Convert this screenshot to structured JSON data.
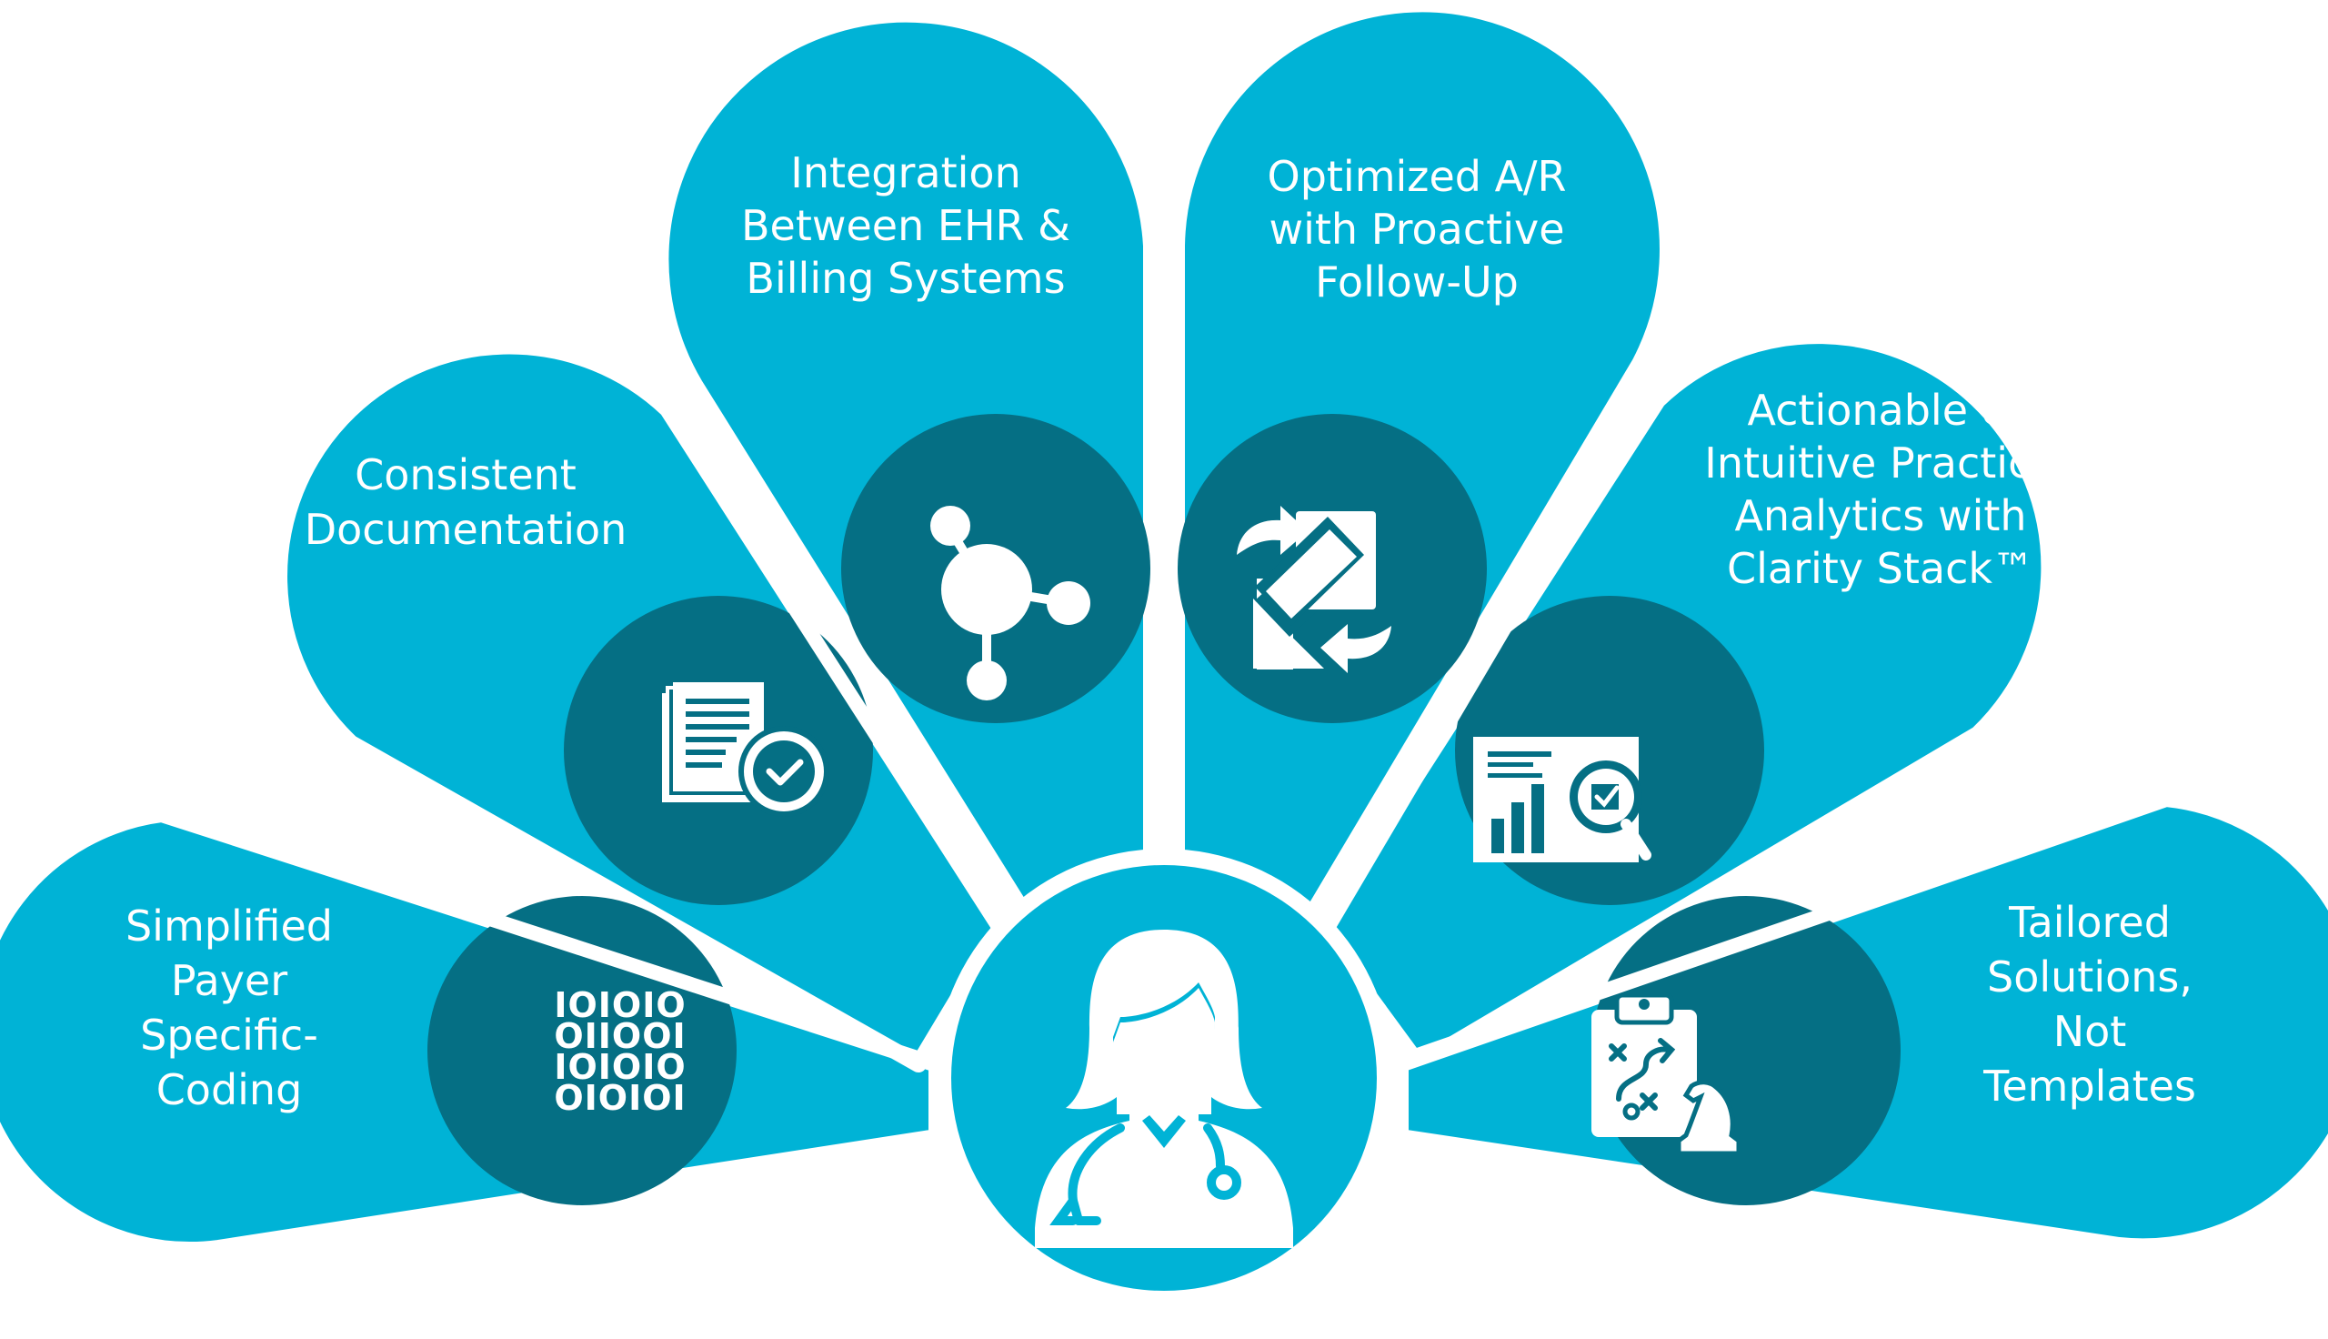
{
  "colors": {
    "petal": "#00b3d6",
    "inner": "#056f84",
    "gap": "#ffffff",
    "icon": "#ffffff"
  },
  "center": {
    "icon_name": "doctor-icon"
  },
  "petals": [
    {
      "id": "simplified-payer-coding",
      "lines": [
        "Simplified",
        "Payer",
        "Specific-",
        "Coding"
      ],
      "icon_name": "binary-code-icon",
      "binary_rows": [
        "IOIOIO",
        "OIIOOI",
        "IOIOIO",
        "OIOIOI"
      ]
    },
    {
      "id": "consistent-documentation",
      "lines": [
        "Consistent",
        "Documentation"
      ],
      "icon_name": "document-check-icon"
    },
    {
      "id": "ehr-billing-integration",
      "lines": [
        "Integration",
        "Between EHR &",
        "Billing Systems"
      ],
      "icon_name": "integration-hub-icon"
    },
    {
      "id": "optimized-ar",
      "lines": [
        "Optimized A/R",
        "with Proactive",
        "Follow-Up"
      ],
      "icon_name": "document-cycle-icon"
    },
    {
      "id": "practice-analytics",
      "lines": [
        "Actionable &",
        "Intuitive Practice",
        "Analytics with",
        "Clarity Stack™"
      ],
      "icon_name": "analytics-report-icon"
    },
    {
      "id": "tailored-solutions",
      "lines": [
        "Tailored",
        "Solutions,",
        "Not",
        "Templates"
      ],
      "icon_name": "strategy-clipboard-icon"
    }
  ]
}
